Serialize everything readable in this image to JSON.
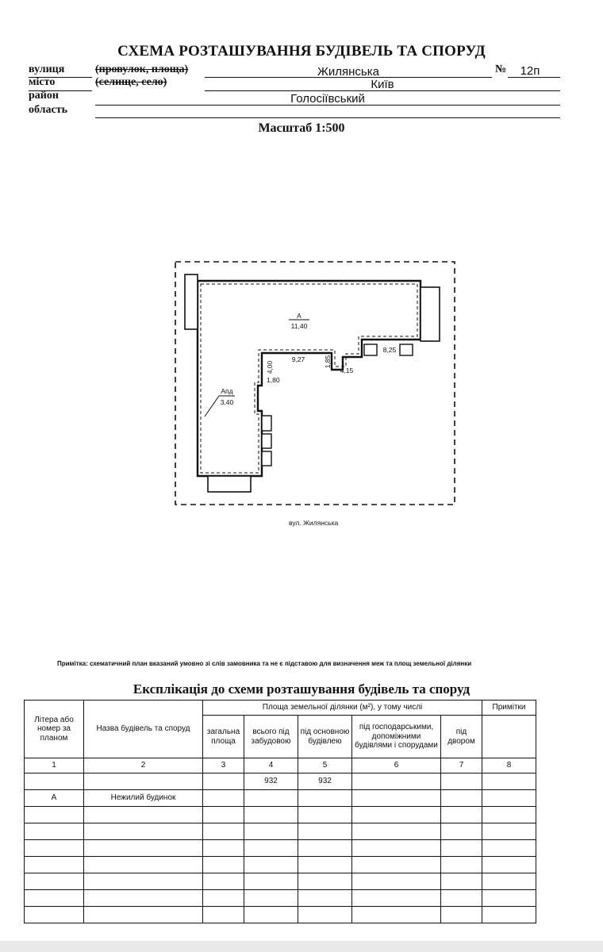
{
  "header": {
    "title": "СХЕМА РОЗТАШУВАННЯ БУДІВЕЛЬ ТА СПОРУД",
    "street_label": "вулиця",
    "street_alt": "(провулок, площа)",
    "street_value": "Жилянська",
    "number_label": "№",
    "number_value": "12п",
    "city_label": "місто",
    "city_alt": "(селище, село)",
    "city_value": "Київ",
    "district_label": "район",
    "district_value": "Голосіївський",
    "region_label": "область",
    "region_value": "",
    "scale": "Масштаб 1:500"
  },
  "plan": {
    "building_letter": "А",
    "building_height": "11,40",
    "dim_9_27": "9,27",
    "dim_4_00": "4,00",
    "dim_1_80": "1,80",
    "dim_1_85": "1,85",
    "dim_4_15": "4,15",
    "dim_8_25": "8,25",
    "annex_letter": "Апд",
    "annex_height": "3,40",
    "street_caption": "вул. Жилянська"
  },
  "note": "Примітка: схематичний план вказаний умовно зі слів замовника та не є підставою для визначення меж та площ земельної ділянки",
  "explication": {
    "title": "Експлікація до схеми розташування будівель та споруд",
    "headers": {
      "letter": "Літера або номер за планом",
      "name": "Назва будівель та споруд",
      "area_group": "Площа земельної ділянки (м²), у тому числі",
      "total": "загальна площа",
      "built": "всього під забудовою",
      "main": "під основною будівлею",
      "aux": "під господарськими, допоміжними будівлями і спорудами",
      "yard": "під двором",
      "notes": "Примітки"
    },
    "col_numbers": [
      "1",
      "2",
      "3",
      "4",
      "5",
      "6",
      "7",
      "8"
    ],
    "rows": [
      [
        "",
        "",
        "",
        "932",
        "932",
        "",
        "",
        ""
      ],
      [
        "А",
        "Нежилий будинок",
        "",
        "",
        "",
        "",
        "",
        ""
      ],
      [
        "",
        "",
        "",
        "",
        "",
        "",
        "",
        ""
      ],
      [
        "",
        "",
        "",
        "",
        "",
        "",
        "",
        ""
      ],
      [
        "",
        "",
        "",
        "",
        "",
        "",
        "",
        ""
      ],
      [
        "",
        "",
        "",
        "",
        "",
        "",
        "",
        ""
      ],
      [
        "",
        "",
        "",
        "",
        "",
        "",
        "",
        ""
      ],
      [
        "",
        "",
        "",
        "",
        "",
        "",
        "",
        ""
      ],
      [
        "",
        "",
        "",
        "",
        "",
        "",
        "",
        ""
      ]
    ]
  }
}
